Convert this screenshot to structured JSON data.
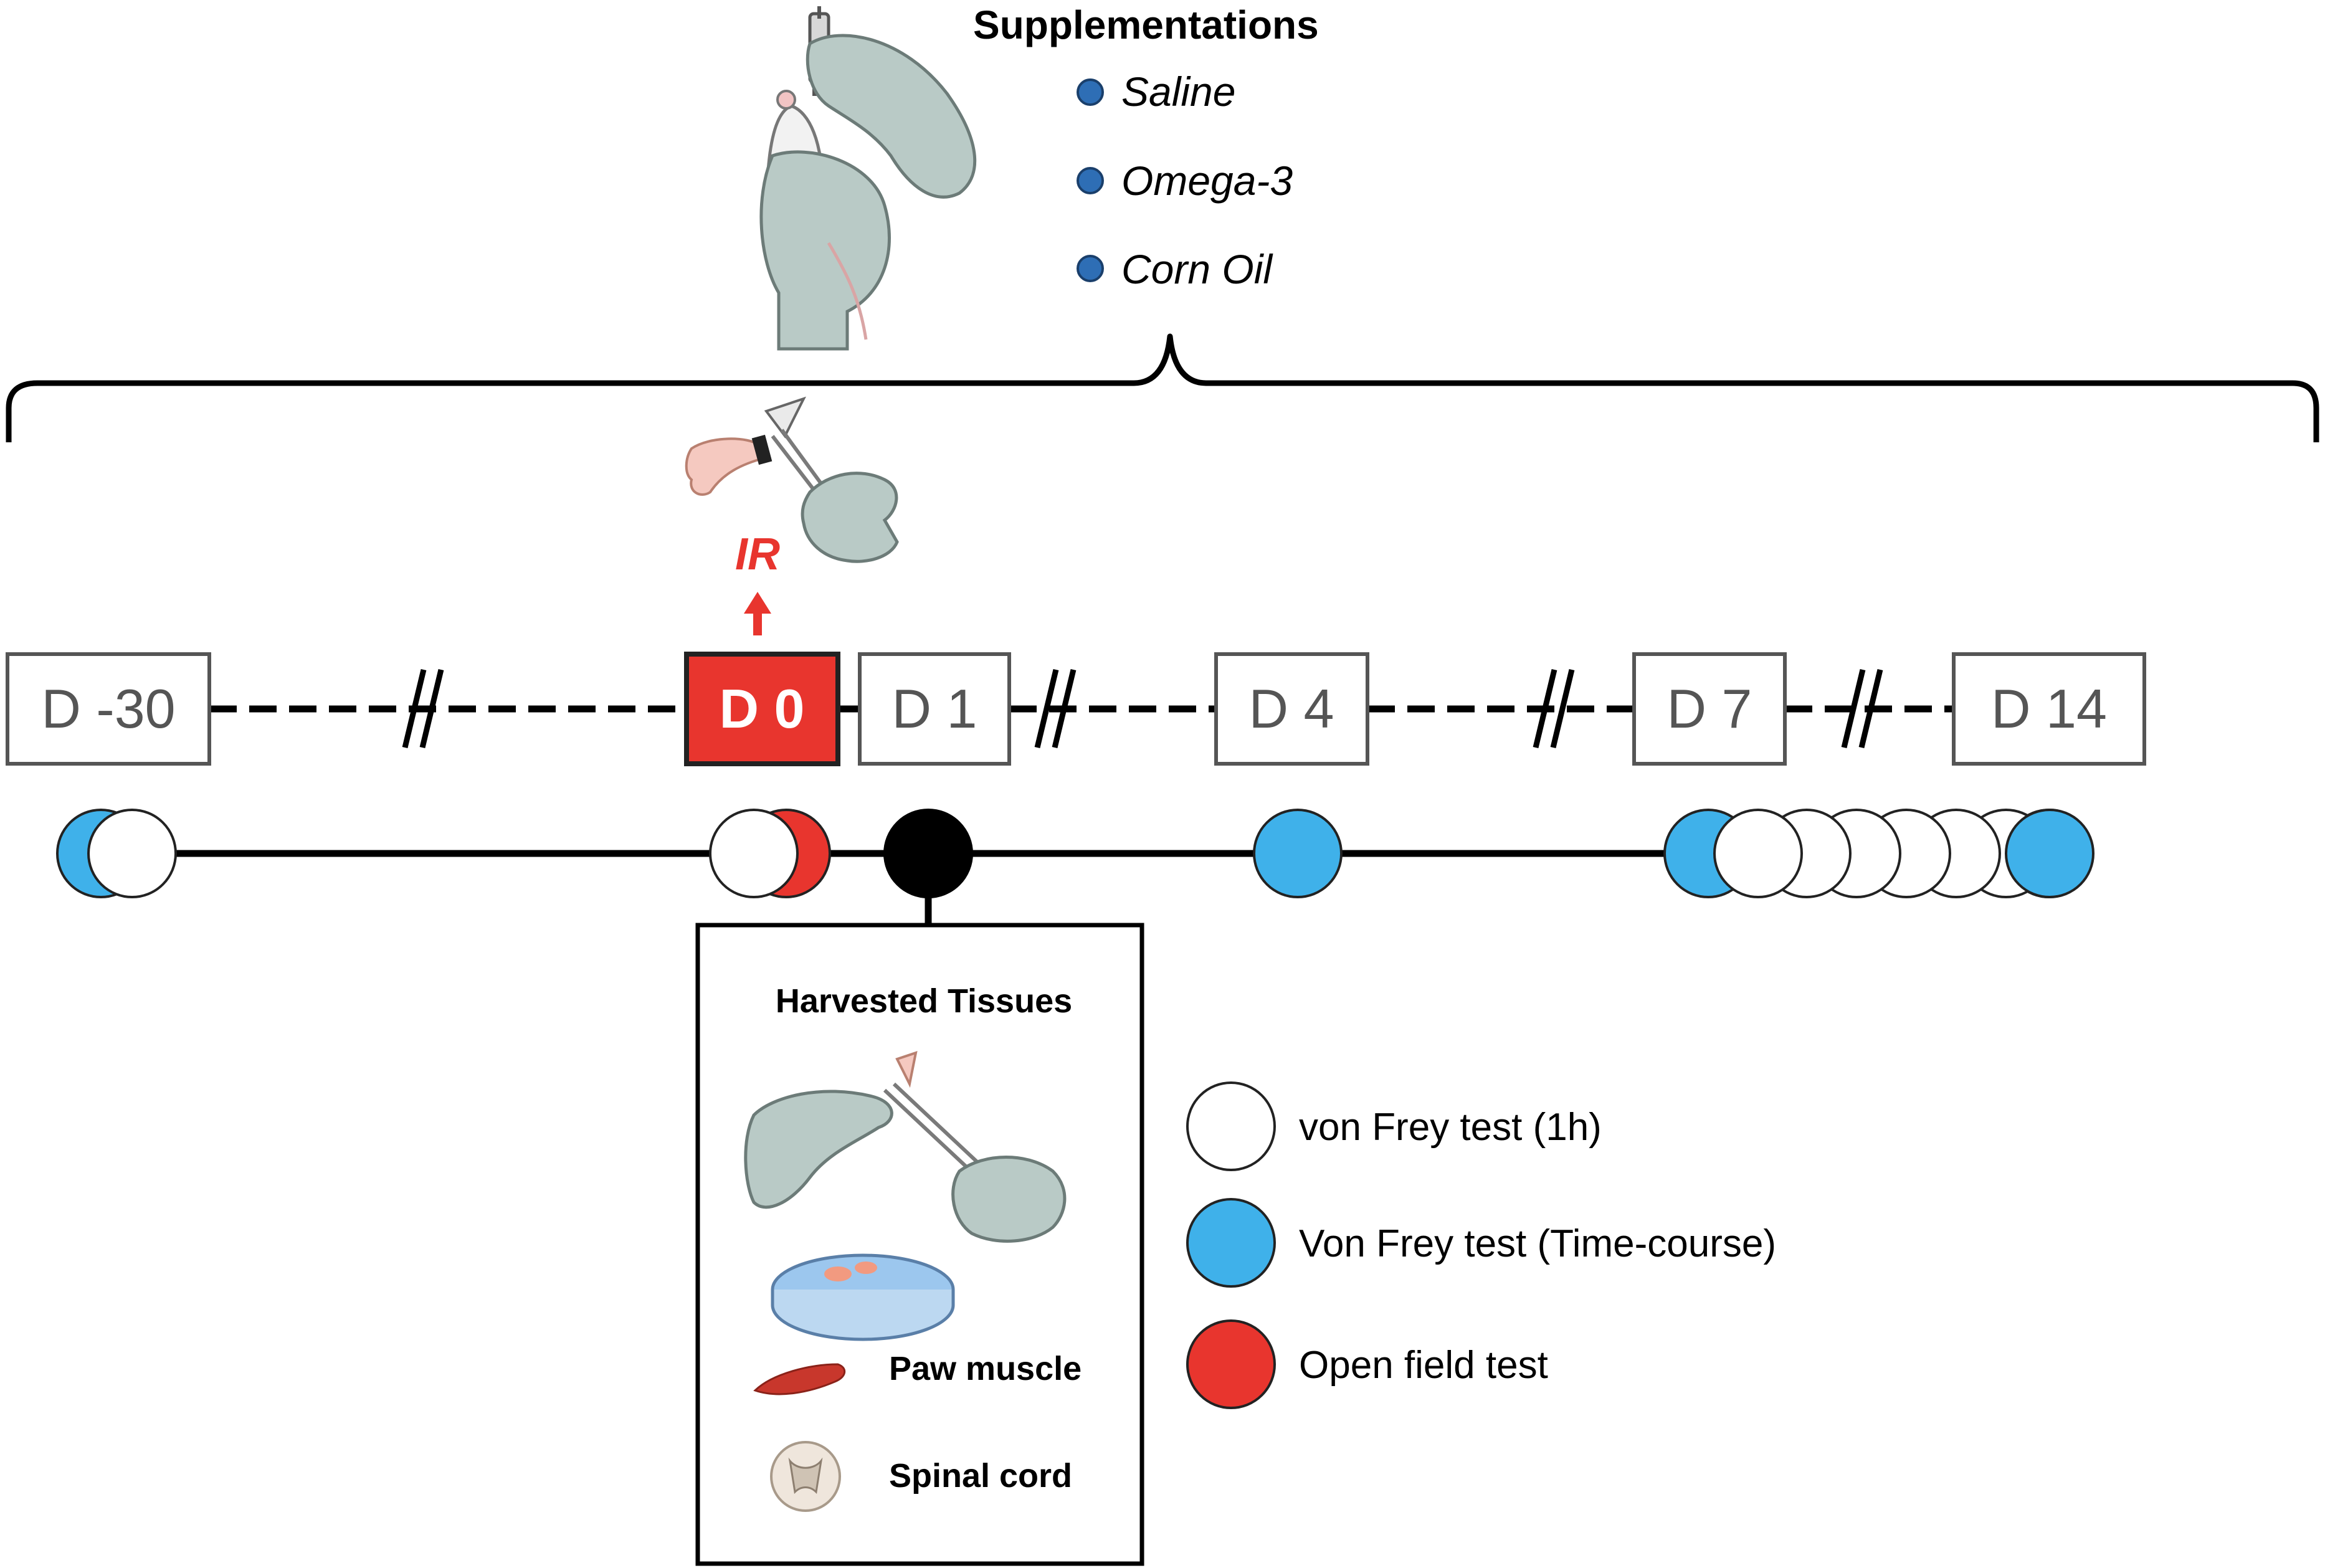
{
  "supplementations": {
    "title": "Supplementations",
    "items": [
      "Saline",
      "Omega-3",
      "Corn Oil"
    ]
  },
  "injury": {
    "label": "IR"
  },
  "days": [
    "D -30",
    "D 0",
    "D 1",
    "D 4",
    "D 7",
    "D 14"
  ],
  "harvest": {
    "title": "Harvested Tissues",
    "tissues": [
      "Paw muscle",
      "Spinal cord"
    ]
  },
  "legend": [
    {
      "label": "von Frey test (1h)",
      "color": "#ffffff"
    },
    {
      "label": "Von Frey test (Time-course)",
      "color": "#3fb1ea"
    },
    {
      "label": "Open field test",
      "color": "#e8352e"
    }
  ],
  "colors": {
    "blue": "#3fb1ea",
    "red": "#e8352e",
    "bullet": "#2e6eb5",
    "glove": "#b9cac6",
    "glove_stroke": "#6c7b78"
  }
}
